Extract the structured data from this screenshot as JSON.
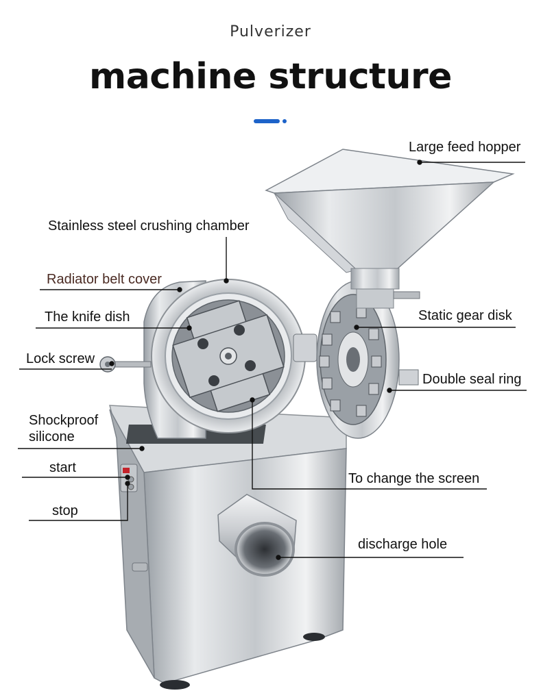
{
  "header": {
    "subtitle": "Pulverizer",
    "title": "machine structure",
    "accent_color": "#1d63c9"
  },
  "labels": {
    "hopper": "Large feed hopper",
    "chamber": "Stainless steel crushing chamber",
    "belt_cover": "Radiator belt cover",
    "knife_dish": "The knife dish",
    "lock_screw": "Lock screw",
    "static_gear": "Static gear disk",
    "seal_ring": "Double seal ring",
    "shockproof_1": "Shockproof",
    "shockproof_2": "silicone",
    "start": "start",
    "stop": "stop",
    "screen": "To change the screen",
    "discharge": "discharge hole"
  },
  "colors": {
    "steel_light": "#e4e6e8",
    "steel_mid": "#b9bdc1",
    "steel_dark": "#6d7278",
    "leader_line": "#111111",
    "belt_cover_text": "#4a2a22"
  }
}
